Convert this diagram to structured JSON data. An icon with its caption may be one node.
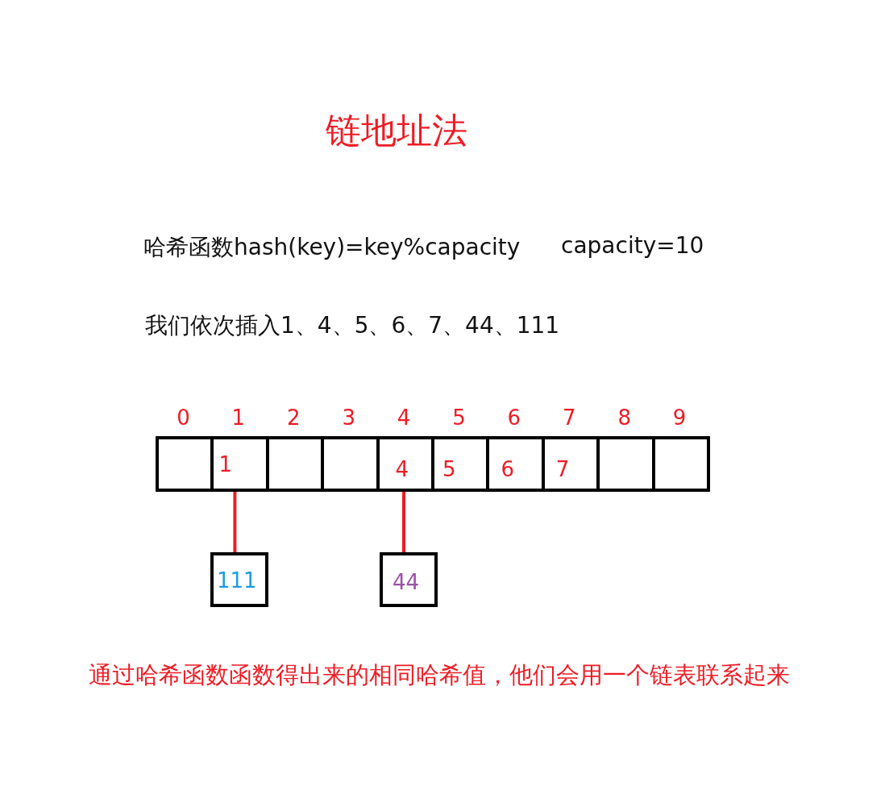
{
  "diagram": {
    "title": "链地址法",
    "nodes": [
      {
        "text": [],
        "shape": "box",
        "beside": [
          "0"
        ]
      },
      {
        "text": [
          "1"
        ],
        "beside": [
          "1"
        ]
      },
      {
        "text": [],
        "shape": "box",
        "beside": [
          "2"
        ]
      },
      {
        "text": [],
        "shape": "box",
        "beside": [
          "3"
        ]
      },
      {
        "text": [
          "4"
        ],
        "beside": [
          "4"
        ]
      },
      {
        "text": [
          "5"
        ],
        "beside": [
          "5"
        ]
      },
      {
        "text": [
          "6"
        ],
        "beside": [
          "6"
        ]
      },
      {
        "text": [
          "7"
        ],
        "beside": [
          "7"
        ]
      },
      {
        "text": [],
        "shape": "box",
        "beside": [
          "8"
        ]
      },
      {
        "text": [],
        "shape": "box",
        "beside": [
          "9"
        ]
      },
      {
        "text": [
          "111"
        ]
      },
      {
        "text": [
          "44"
        ]
      }
    ],
    "edges": [
      {
        "from": 1,
        "to": 10,
        "arrow": "none",
        "color": "#ee1c25"
      },
      {
        "from": 4,
        "to": 11,
        "arrow": "none",
        "color": "#ee1c25"
      }
    ],
    "labels": [
      "哈希函数hash(key)=key%capacity",
      "capacity=10",
      "我们依次插入1、4、5、6、7、44、111"
    ],
    "caption": "通过哈希函数函数得出来的相同哈希值，他们会用一个链表联系起来"
  }
}
